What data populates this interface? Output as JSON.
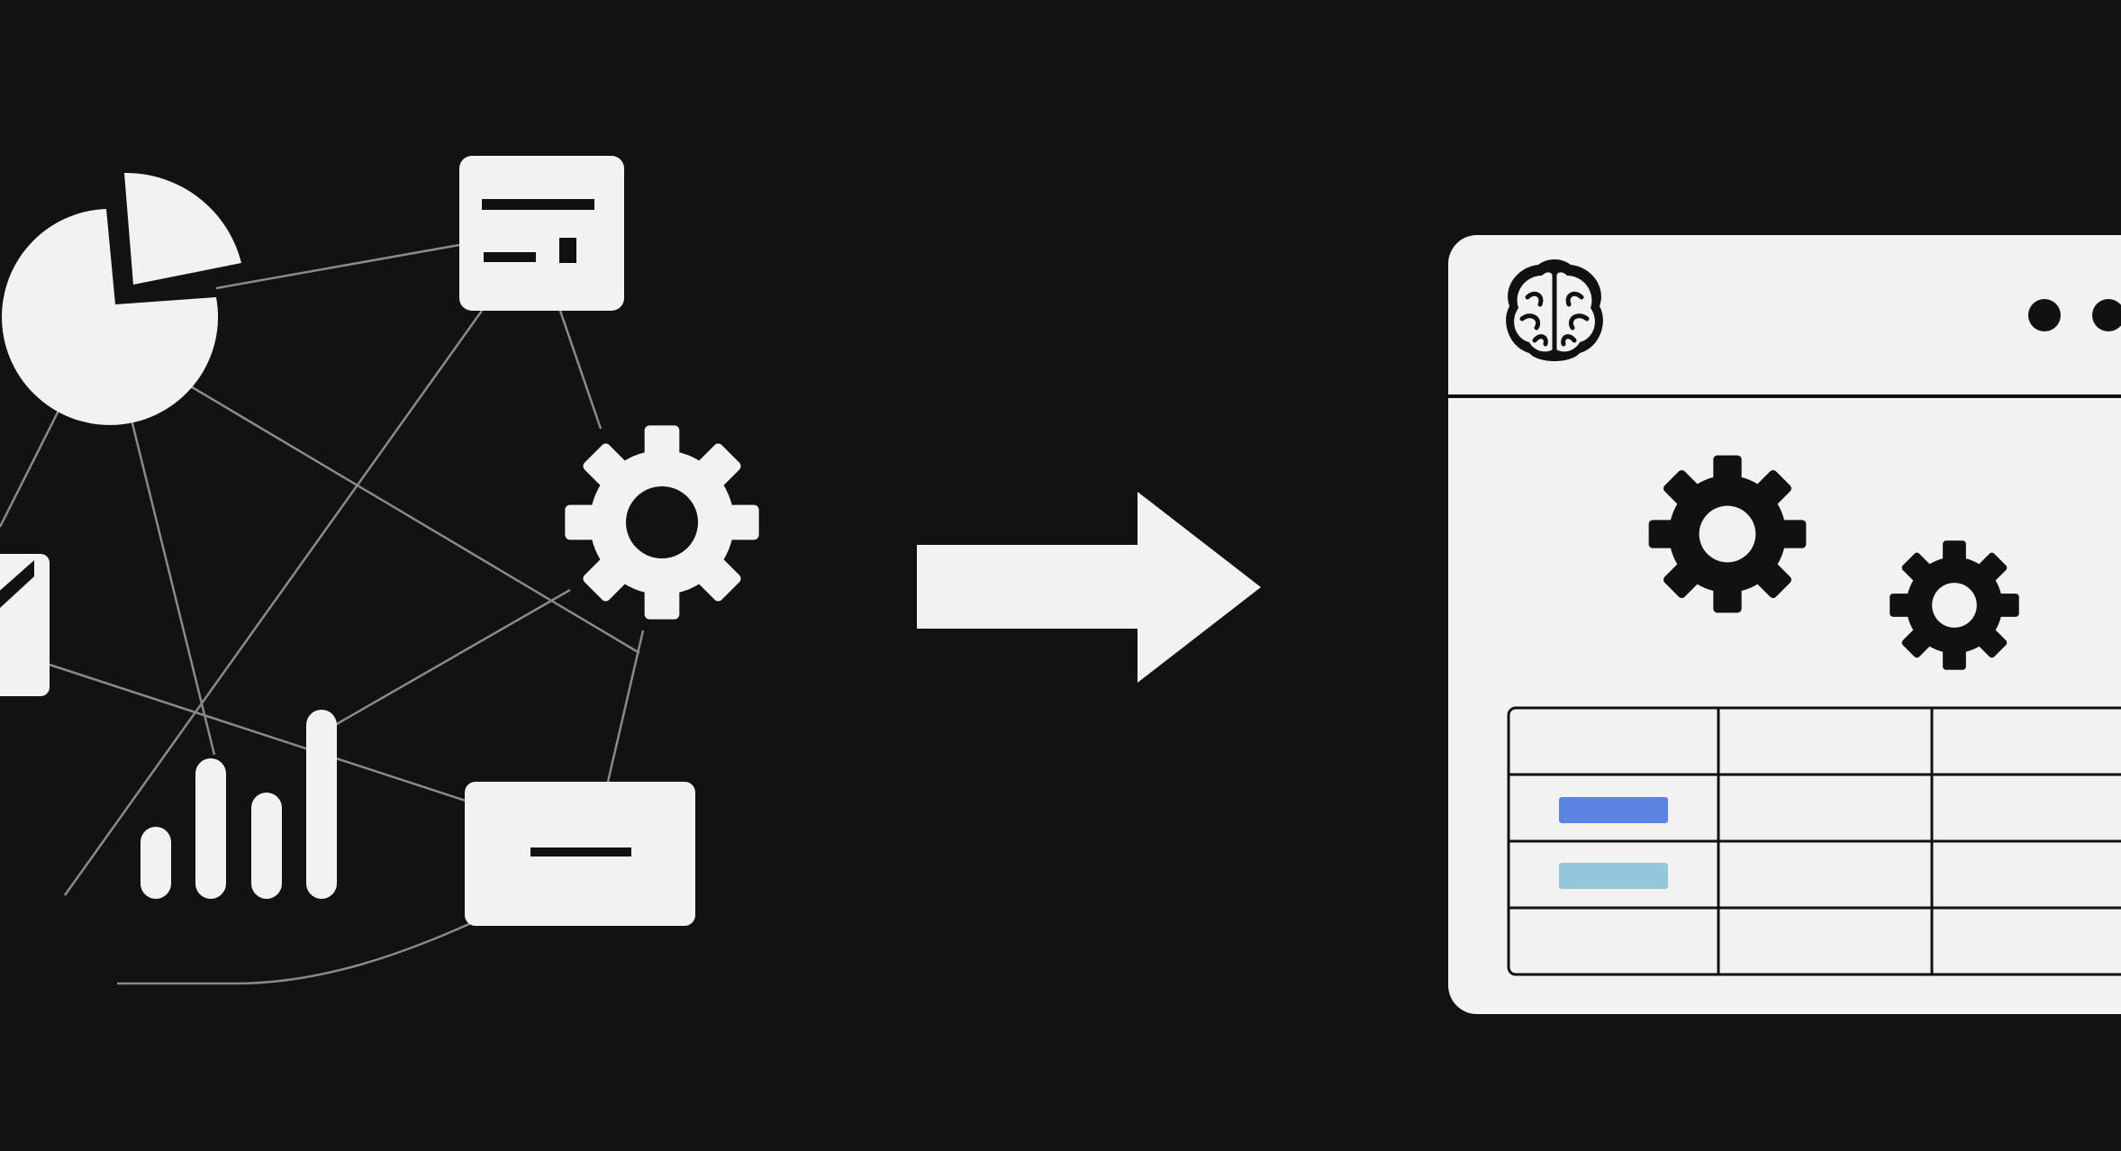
{
  "theme": {
    "background": "#121214",
    "foreground": "#f2f2f2",
    "line": "#8a8a8a",
    "ink": "#111111"
  },
  "left_network": {
    "nodes": [
      {
        "icon": "pie-chart-icon"
      },
      {
        "icon": "text-card-icon"
      },
      {
        "icon": "gear-icon"
      },
      {
        "icon": "card-partial-icon"
      },
      {
        "icon": "bar-chart-icon"
      },
      {
        "icon": "minus-card-icon"
      }
    ]
  },
  "arrow": {
    "icon": "right-arrow-icon"
  },
  "app_window": {
    "logo": "brain-icon",
    "window_controls": [
      "dot",
      "dot"
    ],
    "gears": [
      "gear-icon-large",
      "gear-icon-small"
    ],
    "table": {
      "rows": 4,
      "columns": 3,
      "highlights": [
        {
          "row": 1,
          "column": 0,
          "color": "#5b84e0"
        },
        {
          "row": 2,
          "column": 0,
          "color": "#94c6dc"
        }
      ]
    }
  }
}
